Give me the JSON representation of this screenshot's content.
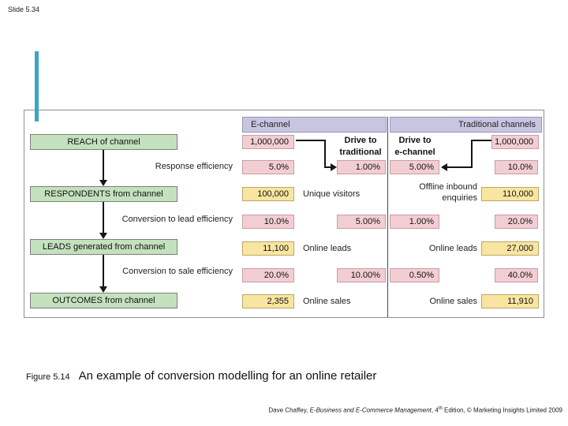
{
  "slide": {
    "label": "Slide 5.34"
  },
  "colors": {
    "accent_bar": "#3aa5c7",
    "header_fill": "#c8c5e1",
    "rate_fill": "#f2ced3",
    "volume_fill": "#f8e5a1",
    "stage_fill": "#c4e1be"
  },
  "diagram": {
    "column_headers": {
      "e_channel": "E-channel",
      "traditional": "Traditional channels"
    },
    "stages": [
      "REACH of channel",
      "RESPONDENTS from channel",
      "LEADS generated from channel",
      "OUTCOMES from channel"
    ],
    "efficiencies": [
      "Response efficiency",
      "Conversion to lead efficiency",
      "Conversion to sale efficiency"
    ],
    "drive_to_traditional": {
      "line1": "Drive to",
      "line2": "traditional"
    },
    "drive_to_e_channel": {
      "line1": "Drive to",
      "line2": "e-channel"
    },
    "rows": {
      "reach": {
        "e_value": "1,000,000",
        "t_value": "1,000,000"
      },
      "response_rates": {
        "e_rate": "5.0%",
        "drive_to_traditional_rate": "1.00%",
        "drive_to_e_channel_rate": "5.00%",
        "t_rate": "10.0%"
      },
      "respondents": {
        "e_value": "100,000",
        "e_label": "Unique visitors",
        "t_label_line1": "Offline inbound",
        "t_label_line2": "enquiries",
        "t_value": "110,000"
      },
      "lead_rates": {
        "e_rate": "10.0%",
        "e_mid_rate": "5.00%",
        "t_mid_rate": "1.00%",
        "t_rate": "20.0%"
      },
      "leads": {
        "e_value": "11,100",
        "e_label": "Online leads",
        "t_label": "Online leads",
        "t_value": "27,000"
      },
      "sale_rates": {
        "e_rate": "20.0%",
        "e_mid_rate": "10.00%",
        "t_mid_rate": "0.50%",
        "t_rate": "40.0%"
      },
      "outcomes": {
        "e_value": "2,355",
        "e_label": "Online sales",
        "t_label": "Online sales",
        "t_value": "11,910"
      }
    }
  },
  "caption": {
    "figure_number": "Figure 5.14",
    "title": "An example of conversion modelling for an online retailer"
  },
  "footer": {
    "author": "Dave Chaffey, ",
    "book_title": "E-Business and E-Commerce Management",
    "edition_pre": ", 4",
    "edition_sup": "th",
    "rest": " Edition, © Marketing Insights Limited 2009"
  }
}
